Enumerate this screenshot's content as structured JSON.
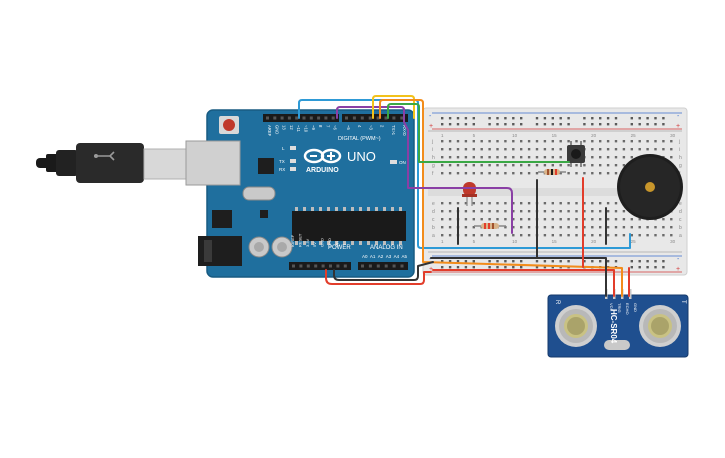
{
  "arduino": {
    "brand": "ARDUINO",
    "model": "UNO",
    "digital_header": "DIGITAL (PWM~)",
    "power_header": "POWER",
    "analog_header": "ANALOG IN",
    "on_label": "ON",
    "l_label": "L",
    "tx_label": "TX",
    "rx_label": "RX",
    "top_pins": [
      "AREF",
      "GND",
      "13",
      "12",
      "~11",
      "~10",
      "~9",
      "8",
      "7",
      "~6",
      "~5",
      "4",
      "~3",
      "2",
      "TX>1",
      "RX<0"
    ],
    "power_pins": [
      "IOREF",
      "RESET",
      "3.3V",
      "5V",
      "GND",
      "GND",
      "Vin"
    ],
    "analog_pins": [
      "A0",
      "A1",
      "A2",
      "A3",
      "A4",
      "A5"
    ]
  },
  "sensor": {
    "label": "HC-SR04",
    "pins": [
      "VCC",
      "TRIG",
      "ECHO",
      "GND"
    ],
    "marks": [
      "R",
      "T"
    ]
  },
  "breadboard": {
    "rows": [
      "a",
      "b",
      "c",
      "d",
      "e",
      "f",
      "g",
      "h",
      "i",
      "j"
    ],
    "column_numbers": [
      "1",
      "5",
      "10",
      "15",
      "20",
      "25",
      "30"
    ],
    "rail_plus": "+",
    "rail_minus": "-"
  },
  "colors": {
    "board": "#1f6f9e",
    "breadboard": "#e8e8e8",
    "wire_red": "#e23d2b",
    "wire_black": "#333333",
    "wire_green": "#3aa845",
    "wire_purple": "#8a3fa5",
    "wire_orange": "#f28c1b",
    "wire_yellow": "#f2c21b",
    "wire_blue": "#2e9ad6",
    "wire_brown": "#a0522d",
    "led": "#c0392b",
    "buzzer": "#1e1e1e",
    "sensor_board": "#1f4f8f"
  },
  "icons": {
    "usb_cable": "usb-cable-icon",
    "power_jack": "dc-jack-icon",
    "reset_button": "reset-button-icon",
    "pushbutton": "pushbutton-icon",
    "led": "led-icon",
    "buzzer": "buzzer-icon",
    "resistor": "resistor-icon"
  }
}
